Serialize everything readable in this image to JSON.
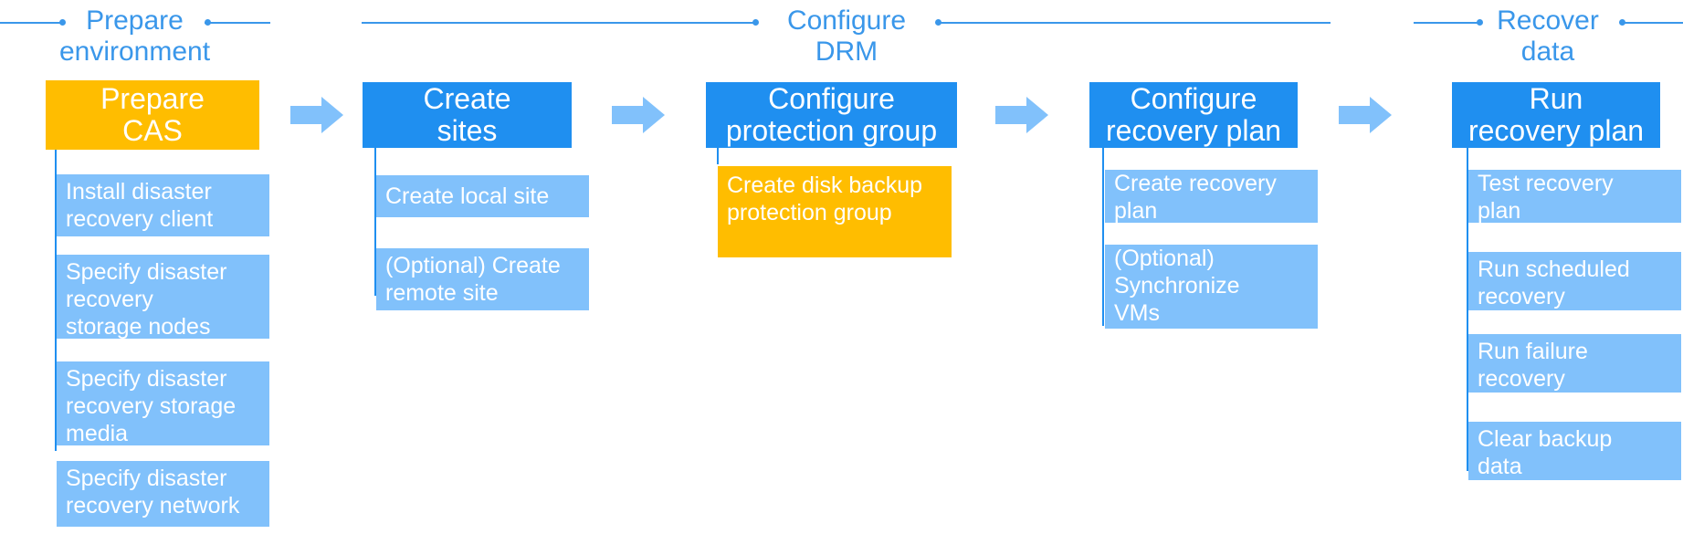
{
  "colors": {
    "primary": "#1f8ff0",
    "accent": "#ffbd00",
    "light": "#81c1fb",
    "line": "#3a97ea"
  },
  "phases": [
    {
      "label": "Prepare\nenvironment"
    },
    {
      "label": "Configure\nDRM"
    },
    {
      "label": "Recover\ndata"
    }
  ],
  "columns": [
    {
      "title": "Prepare\nCAS",
      "tasks": [
        "Install disaster\nrecovery client",
        "Specify disaster\nrecovery\nstorage nodes",
        "Specify disaster\nrecovery storage\nmedia",
        "Specify disaster\nrecovery network"
      ]
    },
    {
      "title": "Create\nsites",
      "tasks": [
        "Create local site",
        "(Optional) Create\nremote site"
      ]
    },
    {
      "title": "Configure\nprotection group",
      "tasks": [
        "Create disk backup\nprotection group"
      ]
    },
    {
      "title": "Configure\nrecovery plan",
      "tasks": [
        "Create recovery\nplan",
        "(Optional)\nSynchronize\nVMs"
      ]
    },
    {
      "title": "Run\nrecovery plan",
      "tasks": [
        "Test recovery\nplan",
        "Run scheduled\nrecovery",
        "Run failure\nrecovery",
        "Clear backup\ndata"
      ]
    }
  ]
}
